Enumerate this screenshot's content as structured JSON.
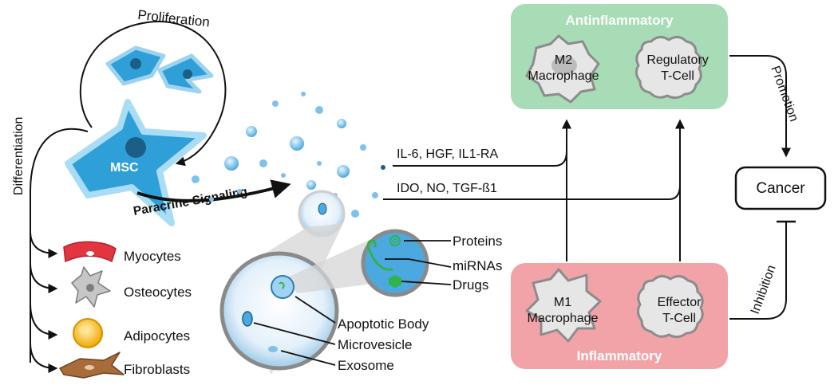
{
  "labels": {
    "proliferation": "Proliferation",
    "differentiation": "Differentiation",
    "msc": "MSC",
    "paracrine": "Paracrine Signaling",
    "myocytes": "Myocytes",
    "osteocytes": "Osteocytes",
    "adipocytes": "Adipocytes",
    "fibroblasts": "Fibroblasts",
    "proteins": "Proteins",
    "mirnas": "miRNAs",
    "drugs": "Drugs",
    "apoptotic_body": "Apoptotic Body",
    "microvesicle": "Microvesicle",
    "exosome": "Exosome",
    "signal_line1": "IL-6, HGF, IL1-RA",
    "signal_line2": "IDO, NO, TGF-ß1",
    "antiinflammatory": "Antinflammatory",
    "inflammatory": "Inflammatory",
    "m2_line1": "M2",
    "m2_line2": "Macrophage",
    "treg_line1": "Regulatory",
    "treg_line2": "T-Cell",
    "m1_line1": "M1",
    "m1_line2": "Macrophage",
    "teff_line1": "Effector",
    "teff_line2": "T-Cell",
    "cancer": "Cancer",
    "promotion": "Promotion",
    "inhibition": "Inhibition"
  },
  "colors": {
    "msc_blue": "#2f9fd8",
    "anti_box": "#a7dcb6",
    "anti_title": "#ffffff",
    "inflam_box": "#f2a3a8",
    "inflam_title": "#ffffff",
    "vesicle_fill": "#dcecf7",
    "cargo_green": "#2fb34a",
    "myocyte_red": "#e3353f",
    "adipocyte_yellow": "#f6c23a",
    "fibroblast_brown": "#a86c3a",
    "osteocyte_gray": "#9a9a9a"
  }
}
